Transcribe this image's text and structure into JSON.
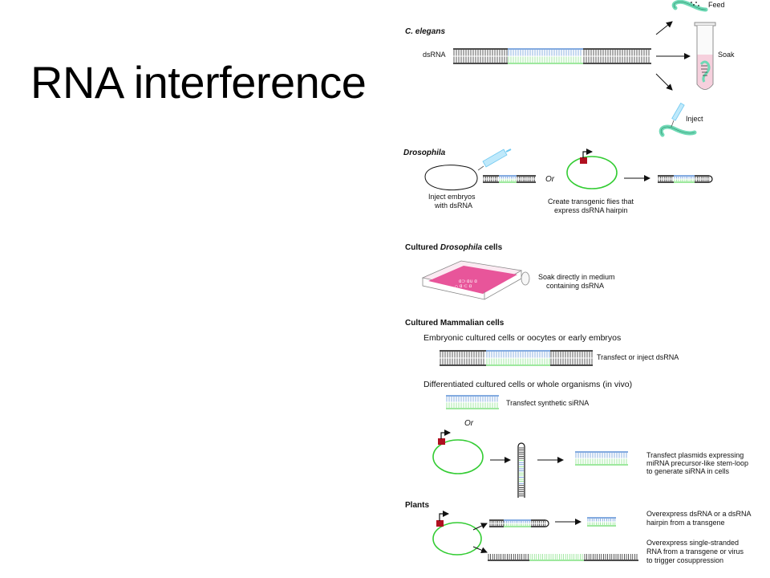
{
  "slide": {
    "title": "RNA interference"
  },
  "celegans": {
    "heading": "C. elegans",
    "dsrna_label": "dsRNA",
    "feed": "Feed",
    "soak": "Soak",
    "inject": "Inject"
  },
  "drosophila": {
    "heading": "Drosophila",
    "caption1_line1": "Inject embryos",
    "caption1_line2": "with dsRNA",
    "or": "Or",
    "caption2_line1": "Create transgenic flies that",
    "caption2_line2": "express dsRNA hairpin"
  },
  "cultured_drosophila": {
    "heading_prefix": "Cultured ",
    "heading_italic": "Drosophila",
    "heading_suffix": " cells",
    "caption_line1": "Soak directly in medium",
    "caption_line2": "containing dsRNA"
  },
  "mammalian": {
    "heading": "Cultured Mammalian cells",
    "sub1": "Embryonic cultured cells or oocytes or early embryos",
    "transfect1": "Transfect or inject dsRNA",
    "sub2": "Differentiated cultured cells or whole organisms (in vivo)",
    "transfect2": "Transfect synthetic siRNA",
    "or": "Or",
    "plasmid_line1": "Transfect plasmids expressing",
    "plasmid_line2": "miRNA precursor-like stem-loop",
    "plasmid_line3": "to generate siRNA in cells"
  },
  "plants": {
    "heading": "Plants",
    "text1_line1": "Overexpress dsRNA or a dsRNA",
    "text1_line2": "hairpin from a transgene",
    "text2_line1": "Overexpress single-stranded",
    "text2_line2": "RNA from a transgene or virus",
    "text2_line3": "to trigger cosuppression"
  },
  "colors": {
    "blue_strand": "#5b8fd6",
    "green_strand": "#7fe07f",
    "plasmid": "#33cc33",
    "promoter": "#b01020",
    "worm": "#6fd9b5",
    "syringe": "#6ec8f0",
    "medium": "#e8559a"
  }
}
